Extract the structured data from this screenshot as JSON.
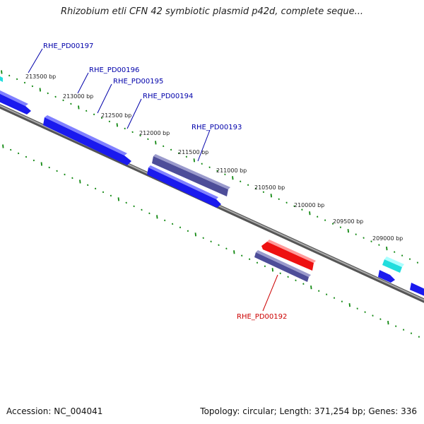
{
  "title": "Rhizobium etli CFN 42 symbiotic plasmid p42d, complete seque...",
  "footer": {
    "accession": "Accession: NC_004041",
    "summary": "Topology: circular; Length: 371,254 bp; Genes: 336"
  },
  "colors": {
    "backbone": "#7a7a7a",
    "tick": "#118811",
    "gene_blue": "#1a1aee",
    "gene_navy": "#4d4d99",
    "gene_red": "#ee1111",
    "gene_cyan": "#22dddd",
    "label_blue": "#0000aa",
    "label_red": "#cc0000"
  },
  "scale_labels": [
    "213500 bp",
    "213000 bp",
    "212500 bp",
    "212000 bp",
    "211500 bp",
    "211000 bp",
    "210500 bp",
    "210000 bp",
    "209500 bp",
    "209000 bp"
  ],
  "genes": [
    {
      "label": "RHE_PD00197",
      "color": "label_blue"
    },
    {
      "label": "RHE_PD00196",
      "color": "label_blue"
    },
    {
      "label": "RHE_PD00195",
      "color": "label_blue"
    },
    {
      "label": "RHE_PD00194",
      "color": "label_blue"
    },
    {
      "label": "RHE_PD00193",
      "color": "label_blue"
    },
    {
      "label": "RHE_PD00192",
      "color": "label_red"
    }
  ]
}
